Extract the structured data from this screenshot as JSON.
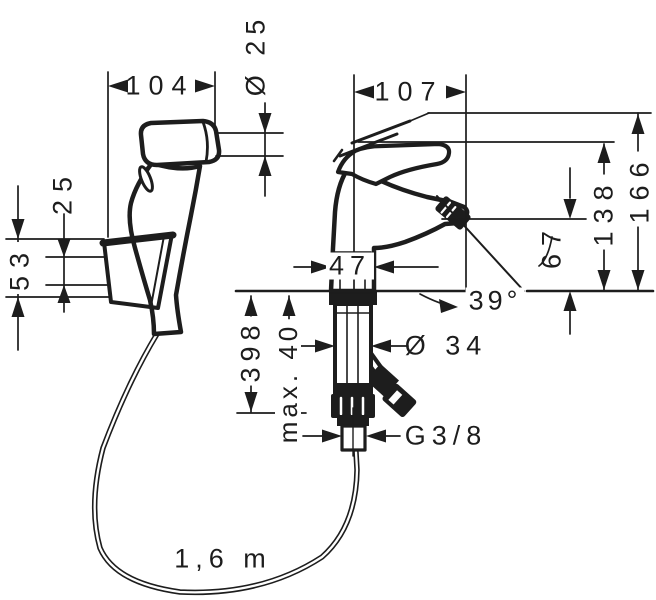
{
  "drawing": {
    "description": "Technical dimension drawing of single-lever basin mixer with hand spray, holder and 1.6 m hose",
    "colors": {
      "line": "#1d1d1d",
      "background": "#ffffff"
    },
    "dims": {
      "hand_shower_width": "104",
      "spray_head_diameter": "Ø 25",
      "holder_hole_spacing": "25",
      "holder_height": "53",
      "faucet_depth": "107",
      "total_height": "166",
      "handle_top_height": "138",
      "spout_outlet_height": "67",
      "base_width": "47",
      "spray_angle": "39°",
      "tap_hole_diameter": "Ø 34",
      "connection_length": "398",
      "max_counter_thickness": "max. 40",
      "thread_size": "G3/8",
      "hose_length": "1,6 m"
    }
  }
}
